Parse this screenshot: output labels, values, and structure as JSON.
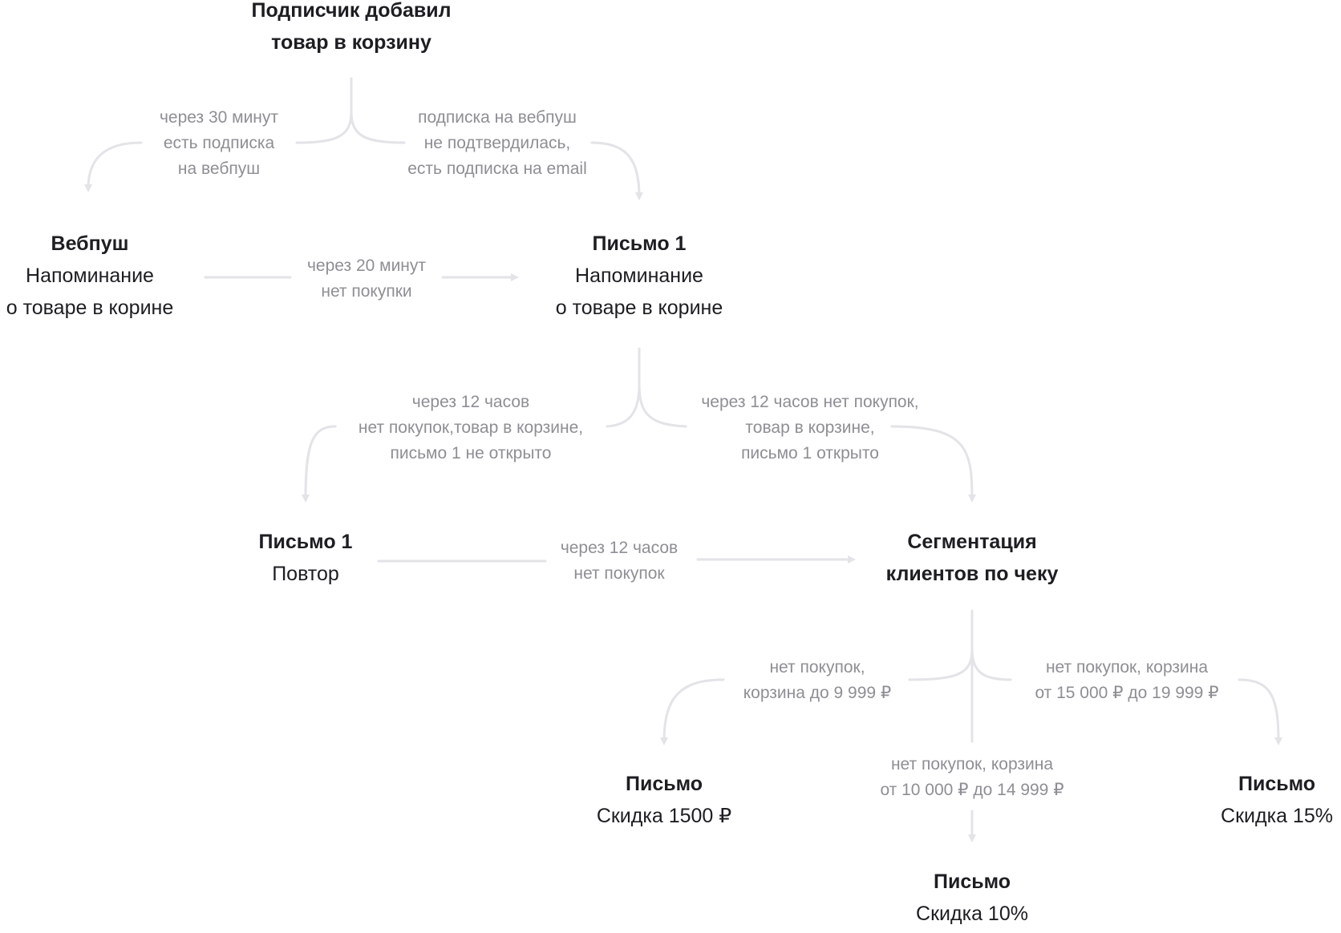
{
  "colors": {
    "node_text": "#1d1d22",
    "condition_text": "#8e8e94",
    "connector": "#e3e3e8",
    "background": "#ffffff"
  },
  "nodes": {
    "start": {
      "title_lines": [
        "Подписчик добавил",
        "товар в корзину"
      ]
    },
    "webpush": {
      "title": "Вебпуш",
      "sub_lines": [
        "Напоминание",
        "о товаре в корине"
      ]
    },
    "letter1": {
      "title": "Письмо 1",
      "sub_lines": [
        "Напоминание",
        "о товаре в корине"
      ]
    },
    "letter1_repeat": {
      "title": "Письмо 1",
      "sub": "Повтор"
    },
    "segmentation": {
      "title_lines": [
        "Сегментация",
        "клиентов по чеку"
      ]
    },
    "letter_1500": {
      "title": "Письмо",
      "sub": "Скидка 1500 ₽"
    },
    "letter_10": {
      "title": "Письмо",
      "sub": "Скидка 10%"
    },
    "letter_15": {
      "title": "Письмо",
      "sub": "Скидка 15%"
    }
  },
  "conditions": {
    "start_to_webpush": [
      "через 30 минут",
      "есть подписка",
      "на вебпуш"
    ],
    "start_to_letter1": [
      "подписка на вебпуш",
      "не подтвердилась,",
      "есть подписка на email"
    ],
    "webpush_to_letter1": [
      "через 20 минут",
      "нет покупки"
    ],
    "letter1_to_repeat": [
      "через 12 часов",
      "нет покупок,товар в корзине,",
      "письмо 1 не открыто"
    ],
    "letter1_to_segmentation": [
      "через 12 часов нет покупок,",
      "товар в корзине,",
      "письмо 1 открыто"
    ],
    "repeat_to_segmentation": [
      "через 12 часов",
      "нет покупок"
    ],
    "seg_to_1500": [
      "нет покупок,",
      "корзина до 9 999 ₽"
    ],
    "seg_to_10": [
      "нет покупок, корзина",
      "от 10 000 ₽ до 14 999 ₽"
    ],
    "seg_to_15": [
      "нет покупок, корзина",
      "от 15 000 ₽ до 19 999 ₽"
    ]
  }
}
